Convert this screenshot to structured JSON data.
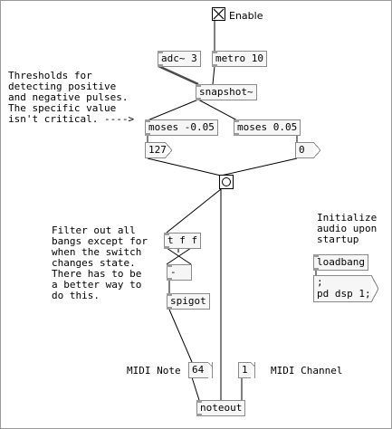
{
  "toggle": {
    "label": "Enable",
    "checked": true
  },
  "objects": {
    "adc": "adc~ 3",
    "metro": "metro 10",
    "snapshot": "snapshot~",
    "moses_neg": "moses -0.05",
    "moses_pos": "moses 0.05",
    "tff": "t f f",
    "minus": "-",
    "spigot": "spigot",
    "loadbang": "loadbang",
    "noteout": "noteout"
  },
  "messages": {
    "msg_127": "127",
    "msg_0": "0",
    "dsp": ";\npd dsp 1;"
  },
  "numbers": {
    "note": "64",
    "channel": "1"
  },
  "comments": {
    "thresholds": "Thresholds for\ndetecting positive\nand negative pulses.\nThe specific value\nisn't critical. ---->",
    "filter": "Filter out all\nbangs except for\nwhen the switch\nchanges state.\nThere has to be\na better way to\ndo this.",
    "init": "Initialize\naudio upon\nstartup",
    "midi_note": "MIDI Note",
    "midi_channel": "MIDI Channel"
  }
}
